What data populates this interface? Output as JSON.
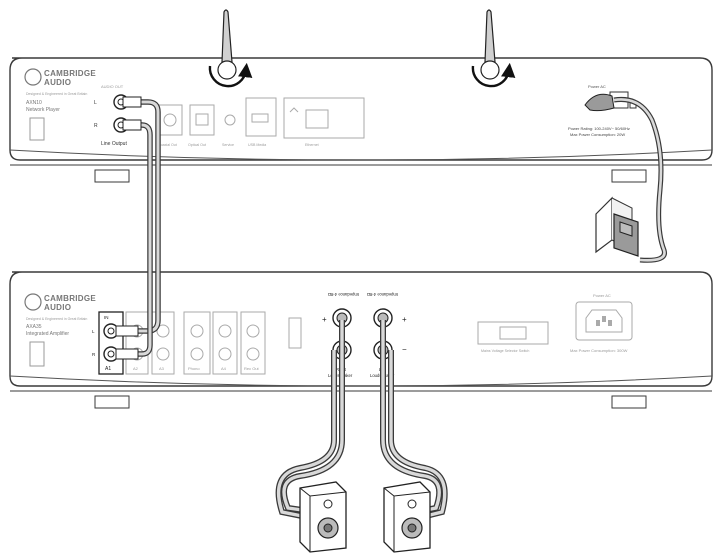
{
  "network_player": {
    "brand_line1": "CAMBRIDGE",
    "brand_line2": "AUDIO",
    "tagline": "Designed & Engineered in Great Britain",
    "model": "AXN10",
    "product": "Network Player",
    "section_audio_out": "AUDIO OUT",
    "channel_left": "L",
    "channel_right": "R",
    "line_output_label": "Line Output",
    "port_coaxial": "Coaxial Out",
    "port_optical": "Optical Out",
    "port_service": "Service",
    "port_usb": "USB Media",
    "port_ethernet": "Ethernet",
    "power_ac_label": "Power AC",
    "power_rating": "Power Rating: 100-240V~ 50/60Hz",
    "max_power": "Max Power Consumption: 20W"
  },
  "amplifier": {
    "brand_line1": "CAMBRIDGE",
    "brand_line2": "AUDIO",
    "tagline": "Designed & Engineered in Great Britain",
    "model": "AXA35",
    "product": "Integrated Amplifier",
    "input_a1": "A1",
    "input_a2": "A2",
    "input_a3": "A3",
    "input_phono": "Phono",
    "input_a4": "A4",
    "input_rec_out": "Rec Out",
    "channel_in": "IN",
    "channel_left": "L",
    "channel_right": "R",
    "speaker_impedance_right": "Impedance 4-8Ω",
    "speaker_impedance_left": "Impedance 4-8Ω",
    "plus": "+",
    "minus": "−",
    "right_speaker_label_1": "Right",
    "right_speaker_label_2": "Loudspeaker",
    "left_speaker_label_1": "Left",
    "left_speaker_label_2": "Loudspeaker",
    "voltage_selector": "Mains Voltage Selector Switch",
    "power_ac_label": "Power AC",
    "max_power": "Max Power Consumption: 300W"
  },
  "colors": {
    "line": "#3a3a3a",
    "panel_fill": "#ffffff",
    "cable_fill": "#d9d9d9",
    "faint_text": "#9a9a9a"
  },
  "icons": [
    "antenna-icon",
    "rotate-arrow-icon",
    "rca-connector-icon",
    "wall-outlet-icon",
    "power-plug-icon",
    "loudspeaker-icon",
    "speaker-terminal-icon",
    "iec-socket-icon",
    "ethernet-port-icon",
    "usb-port-icon"
  ]
}
